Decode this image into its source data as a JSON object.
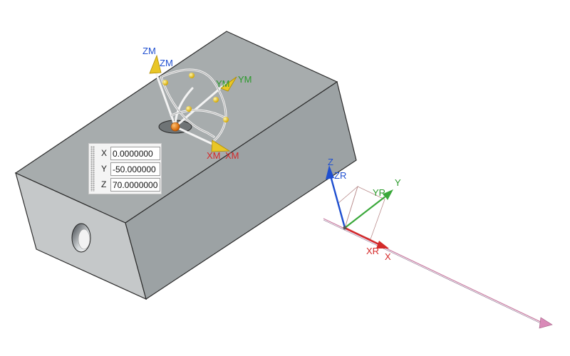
{
  "scene": {
    "dynamic_csys": {
      "zm_label": "ZM",
      "ym_label": "YM",
      "xm_label": "XM",
      "zm_outer": "ZM",
      "ym_outer": "YM",
      "xm_outer": "XM"
    },
    "reference_csys": {
      "z_label": "Z",
      "zr_label": "ZR",
      "y_label": "Y",
      "yr_label": "YR",
      "x_label": "X",
      "xr_label": "XR"
    }
  },
  "coord_panel": {
    "x": {
      "label": "X",
      "value": "0.0000000"
    },
    "y": {
      "label": "Y",
      "value": "-50.000000"
    },
    "z": {
      "label": "Z",
      "value": "70.0000000"
    }
  },
  "colors": {
    "x_axis": "#d42a2a",
    "y_axis": "#2a9a2a",
    "z_axis": "#1f4fd0",
    "handle_yellow": "#e9c626",
    "origin_orange": "#e87a12",
    "vector_pink": "#c87aa0"
  }
}
